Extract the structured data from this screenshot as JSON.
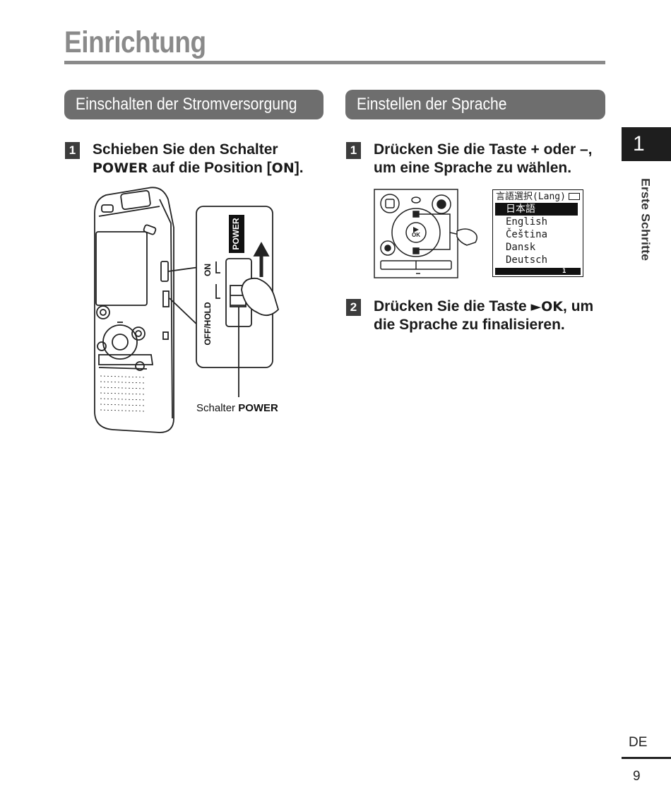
{
  "page": {
    "title": "Einrichtung",
    "chapter_number": "1",
    "chapter_label": "Erste Schritte",
    "language_code": "DE",
    "page_number": "9"
  },
  "left_section": {
    "heading": "Einschalten der Stromversorgung",
    "step1": {
      "number": "1",
      "line1": "Schieben Sie den Schalter",
      "key1": "POWER",
      "line2_mid": " auf die Position [",
      "key2": "ON",
      "line2_end": "]."
    },
    "figure": {
      "power_label": "POWER",
      "on_label": "ON",
      "off_hold_label": "OFF/HOLD",
      "caption_prefix": "Schalter ",
      "caption_key": "POWER"
    }
  },
  "right_section": {
    "heading": "Einstellen der Sprache",
    "step1": {
      "number": "1",
      "line1_a": "Drücken Sie die Taste ",
      "plus": "+",
      "line1_b": " oder ",
      "minus": "–",
      "line1_c": ",",
      "line2": "um eine Sprache zu wählen."
    },
    "step2": {
      "number": "2",
      "line1_a": "Drücken Sie die Taste ",
      "key": "►OK",
      "line1_b": ", um",
      "line2": "die Sprache zu finalisieren."
    },
    "keypad": {
      "ok_label": "OK"
    },
    "lcd": {
      "header": "言語選択(Lang)",
      "options": [
        "日本語",
        "English",
        "Čeština",
        "Dansk",
        "Deutsch"
      ],
      "selected_index": 0,
      "footer_page": "1"
    }
  }
}
